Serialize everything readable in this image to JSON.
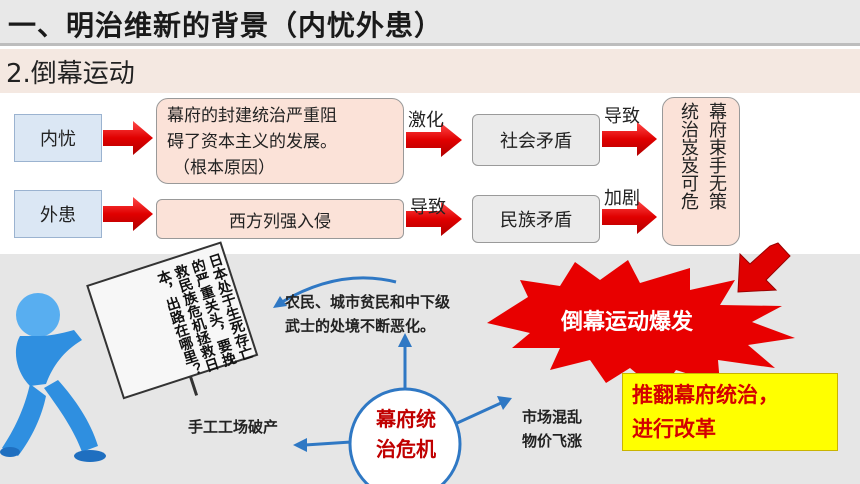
{
  "title": "一、明治维新的背景（内忧外患）",
  "subtitle": "2.倒幕运动",
  "flow": {
    "inner": "内忧",
    "outer": "外患",
    "cause_line1": "幕府的封建统治严重阻",
    "cause_line2": "碍了资本主义的发展。",
    "cause_line3": "（根本原因）",
    "invasion": "西方列强入侵",
    "intensify": "激化",
    "lead1": "导致",
    "lead2": "导致",
    "aggravate": "加剧",
    "social": "社会矛盾",
    "national": "民族矛盾",
    "result_col1": "幕府束手无策",
    "result_col2": "统治岌岌可危"
  },
  "crisis": {
    "core_line1": "幕府统",
    "core_line2": "治危机",
    "top_line1": "农民、城市贫民和中下级",
    "top_line2": "武士的处境不断恶化。",
    "left": "手工工场破产",
    "right_line1": "市场混乱",
    "right_line2": "物价飞涨"
  },
  "burst": "倒幕运动爆发",
  "goal_line1": "推翻幕府统治，",
  "goal_line2": "进行改革",
  "sign_note": "日本处于生死存亡的严重关头，要挽救民族危机拯救日本，出路在哪里？",
  "colors": {
    "arrow": "#e60000",
    "burst": "#e80000",
    "goal_bg": "#ffff00",
    "goal_text": "#d40000",
    "figure": "#2f8fe0"
  }
}
